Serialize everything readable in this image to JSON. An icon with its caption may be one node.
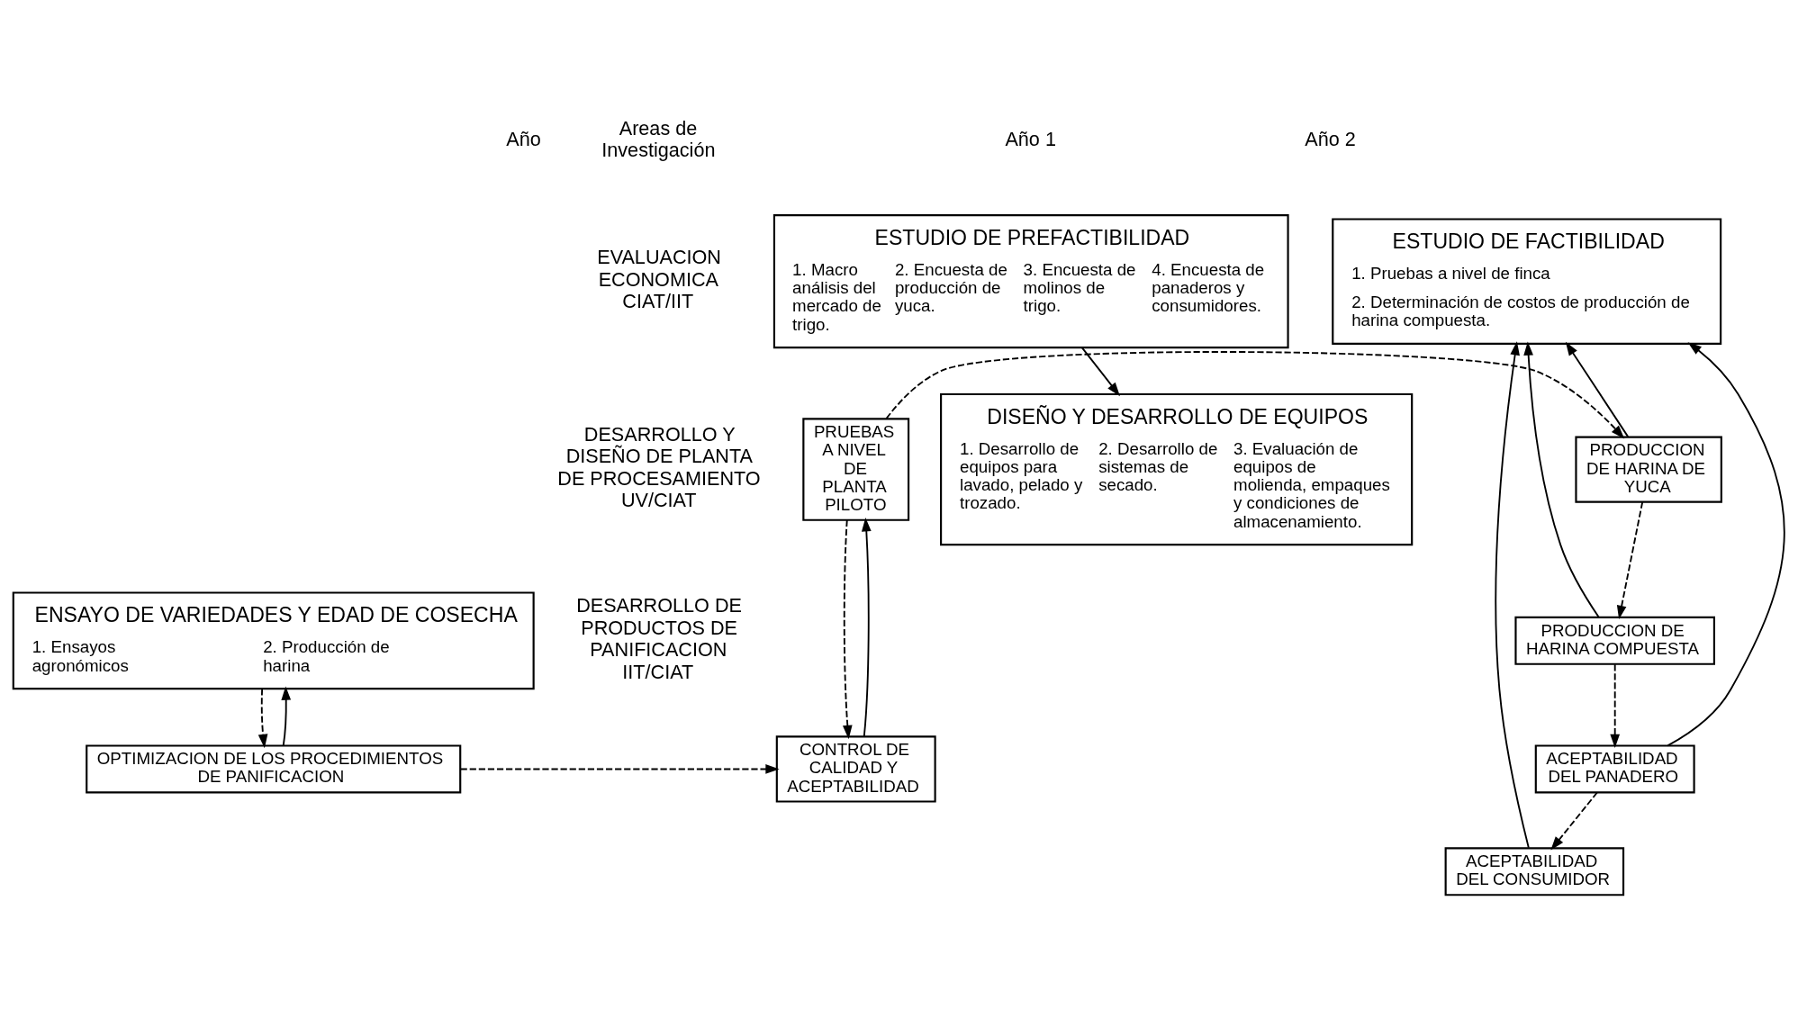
{
  "diagram": {
    "nodes": [
      {
        "text": [
          "ESTUDIO DE PREFACTIBILIDAD",
          "1. Macro análisis del mercado de trigo.",
          "2. Encuesta de producción de yuca.",
          "3. Encuesta de molinos de trigo.",
          "4. Encuesta de panaderos y consumidores."
        ]
      },
      {
        "text": [
          "ESTUDIO DE FACTIBILIDAD",
          "1. Pruebas a nivel de finca",
          "2. Determinación de costos de producción de harina compuesta."
        ]
      },
      {
        "text": [
          "DISEÑO Y DESARROLLO DE EQUIPOS",
          "1. Desarrollo de equipos para lavado, pelado y trozado.",
          "2. Desarrollo de sistemas de secado.",
          "3. Evaluación de equipos de molienda, empaques y condiciones de almacenamiento."
        ]
      },
      {
        "text": [
          "PRUEBAS A NIVEL DE PLANTA PILOTO"
        ]
      },
      {
        "text": [
          "PRODUCCION DE HARINA DE YUCA"
        ]
      },
      {
        "text": [
          "ENSAYO DE VARIEDADES Y EDAD DE COSECHA",
          "1. Ensayos agronómicos",
          "2. Producción de harina"
        ]
      },
      {
        "text": [
          "PRODUCCION DE HARINA COMPUESTA"
        ]
      },
      {
        "text": [
          "ACEPTABILIDAD DEL PANADERO"
        ]
      },
      {
        "text": [
          "OPTIMIZACION DE LOS PROCEDIMIENTOS DE PANIFICACION"
        ]
      },
      {
        "text": [
          "CONTROL DE CALIDAD Y ACEPTABILIDAD"
        ]
      },
      {
        "text": [
          "ACEPTABILIDAD DEL CONSUMIDOR"
        ]
      }
    ],
    "edges": [
      {
        "from": 0,
        "to": 2,
        "arrow": "to"
      },
      {
        "from": 3,
        "to": 4,
        "arrow": "to",
        "style": "dashed"
      },
      {
        "from": 4,
        "to": 1,
        "arrow": "to"
      },
      {
        "from": 4,
        "to": 6,
        "arrow": "to",
        "style": "dashed"
      },
      {
        "from": 6,
        "to": 1,
        "arrow": "to"
      },
      {
        "from": 6,
        "to": 7,
        "arrow": "to",
        "style": "dashed"
      },
      {
        "from": 7,
        "to": 1,
        "arrow": "to"
      },
      {
        "from": 7,
        "to": 10,
        "arrow": "to",
        "style": "dashed"
      },
      {
        "from": 10,
        "to": 1,
        "arrow": "to"
      },
      {
        "from": 5,
        "to": 8,
        "arrow": "to",
        "style": "dashed"
      },
      {
        "from": 8,
        "to": 5,
        "arrow": "to"
      },
      {
        "from": 8,
        "to": 9,
        "arrow": "to",
        "style": "dashed"
      },
      {
        "from": 9,
        "to": 3,
        "arrow": "to"
      },
      {
        "from": 3,
        "to": 9,
        "arrow": "to",
        "style": "dashed"
      }
    ],
    "labels": [
      "Año",
      "Areas de Investigación",
      "Año 1",
      "Año 2",
      "EVALUACION ECONOMICA CIAT/IIT",
      "DESARROLLO Y DISEÑO DE PLANTA DE PROCESAMIENTO UV/CIAT",
      "DESARROLLO DE PRODUCTOS DE PANIFICACION IIT/CIAT"
    ]
  }
}
